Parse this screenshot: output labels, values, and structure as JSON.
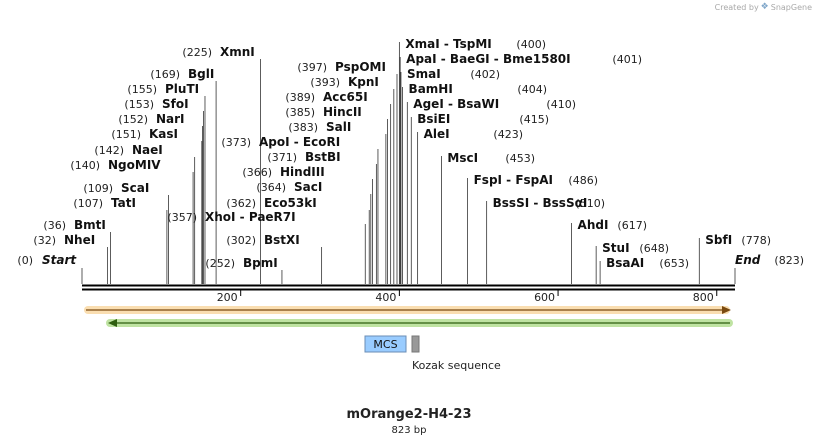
{
  "credit": {
    "prefix": "Created by",
    "brand": "SnapGene",
    "icon": "snapgene-logo-icon"
  },
  "map": {
    "name": "mOrange2-H4-23",
    "length_label": "823 bp",
    "length": 823,
    "start_label": "Start",
    "end_label": "End",
    "ruler_ticks": [
      {
        "pos": 200,
        "label": "200"
      },
      {
        "pos": 400,
        "label": "400"
      },
      {
        "pos": 600,
        "label": "600"
      },
      {
        "pos": 800,
        "label": "800"
      }
    ],
    "sites": [
      {
        "name": "NheI",
        "pos": "(32)"
      },
      {
        "name": "BmtI",
        "pos": "(36)"
      },
      {
        "name": "TatI",
        "pos": "(107)"
      },
      {
        "name": "ScaI",
        "pos": "(109)"
      },
      {
        "name": "NgoMIV",
        "pos": "(140)"
      },
      {
        "name": "NaeI",
        "pos": "(142)"
      },
      {
        "name": "KasI",
        "pos": "(151)"
      },
      {
        "name": "NarI",
        "pos": "(152)"
      },
      {
        "name": "SfoI",
        "pos": "(153)"
      },
      {
        "name": "PluTI",
        "pos": "(155)"
      },
      {
        "name": "BglI",
        "pos": "(169)"
      },
      {
        "name": "XmnI",
        "pos": "(225)"
      },
      {
        "name": "BpmI",
        "pos": "(252)"
      },
      {
        "name": "BstXI",
        "pos": "(302)"
      },
      {
        "name": "XhoI  -  PaeR7I",
        "pos": "(357)"
      },
      {
        "name": "Eco53kI",
        "pos": "(362)"
      },
      {
        "name": "SacI",
        "pos": "(364)"
      },
      {
        "name": "HindIII",
        "pos": "(366)"
      },
      {
        "name": "BstBI",
        "pos": "(371)"
      },
      {
        "name": "ApoI  -  EcoRI",
        "pos": "(373)"
      },
      {
        "name": "SalI",
        "pos": "(383)"
      },
      {
        "name": "HincII",
        "pos": "(385)"
      },
      {
        "name": "Acc65I",
        "pos": "(389)"
      },
      {
        "name": "KpnI",
        "pos": "(393)"
      },
      {
        "name": "PspOMI",
        "pos": "(397)"
      },
      {
        "name": "XmaI  -  TspMI",
        "pos": "(400)"
      },
      {
        "name": "ApaI  -  BaeGI  -  Bme1580I",
        "pos": "(401)"
      },
      {
        "name": "SmaI",
        "pos": "(402)"
      },
      {
        "name": "BamHI",
        "pos": "(404)"
      },
      {
        "name": "AgeI  -  BsaWI",
        "pos": "(410)"
      },
      {
        "name": "BsiEI",
        "pos": "(415)"
      },
      {
        "name": "AleI",
        "pos": "(423)"
      },
      {
        "name": "MscI",
        "pos": "(453)"
      },
      {
        "name": "FspI  -  FspAI",
        "pos": "(486)"
      },
      {
        "name": "BssSI  -  BssSαI",
        "pos": "(510)"
      },
      {
        "name": "AhdI",
        "pos": "(617)"
      },
      {
        "name": "StuI",
        "pos": "(648)"
      },
      {
        "name": "BsaAI",
        "pos": "(653)"
      },
      {
        "name": "SbfI",
        "pos": "(778)"
      }
    ],
    "start_pos": "(0)",
    "end_pos": "(823)",
    "features": {
      "forward_arrow_color": "#f0a020",
      "reverse_arrow_color": "#70c030",
      "mcs_label": "MCS",
      "mcs_color": "#99ccff",
      "kozak_label": "Kozak sequence",
      "kozak_color": "#999999"
    }
  }
}
